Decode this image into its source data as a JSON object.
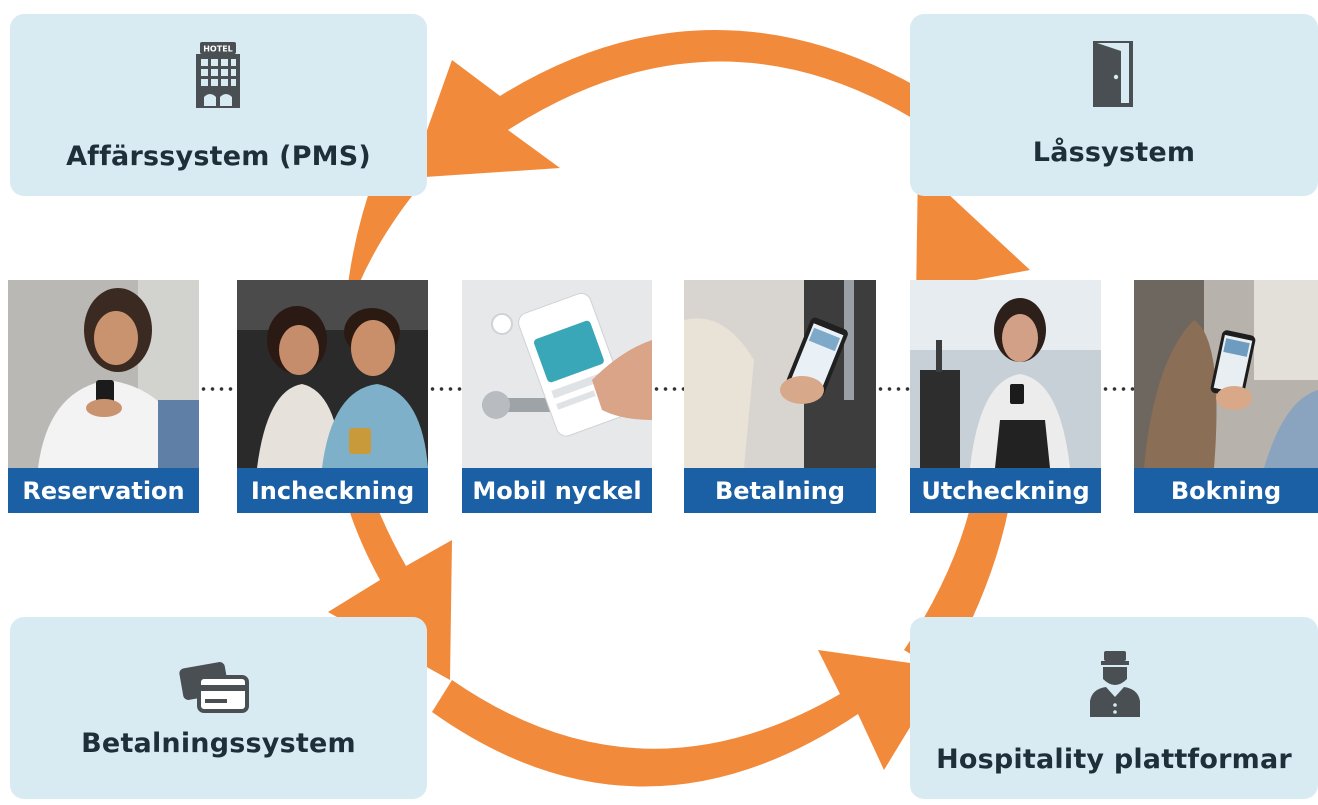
{
  "systems": {
    "pms": {
      "label": "Affärssystem (PMS)",
      "icon": "hotel-building-icon",
      "hotel_sign": "HOTEL"
    },
    "lock": {
      "label": "Låssystem",
      "icon": "door-icon"
    },
    "payment": {
      "label": "Betalningssystem",
      "icon": "credit-cards-icon"
    },
    "hospitality": {
      "label": "Hospitality plattformar",
      "icon": "bellhop-icon"
    }
  },
  "steps": [
    {
      "label": "Reservation"
    },
    {
      "label": "Incheckning"
    },
    {
      "label": "Mobil nyckel"
    },
    {
      "label": "Betalning"
    },
    {
      "label": "Utcheckning"
    },
    {
      "label": "Bokning"
    }
  ],
  "colors": {
    "arrow": "#f28a3c",
    "box": "#d9ebf2",
    "caption": "#1b5fa5",
    "icon": "#4a4f54"
  }
}
